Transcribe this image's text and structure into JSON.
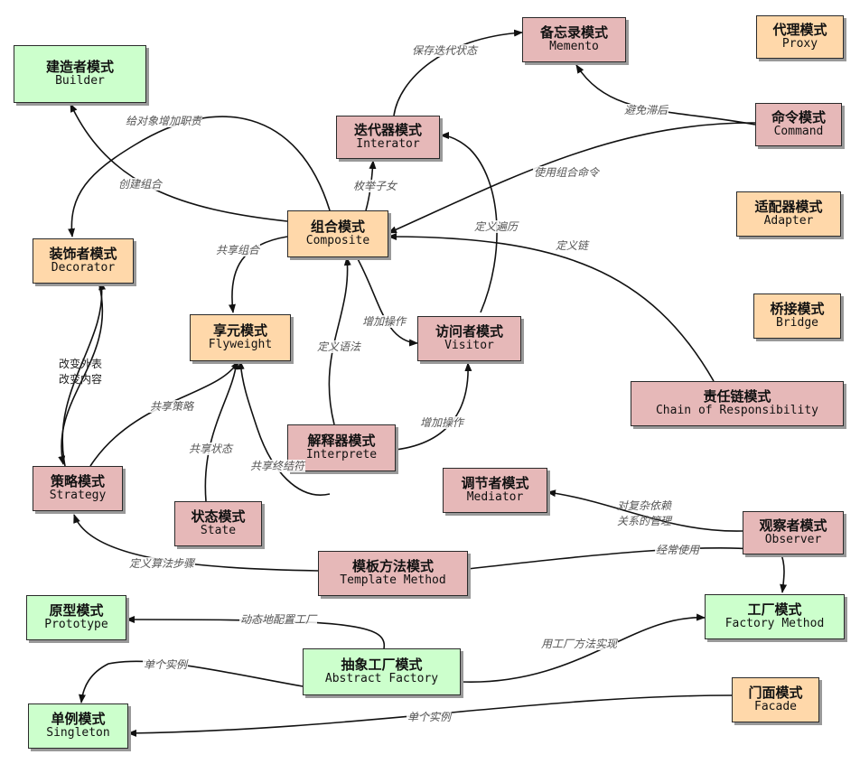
{
  "nodes": {
    "builder": {
      "zh": "建造者模式",
      "en": "Builder"
    },
    "memento": {
      "zh": "备忘录模式",
      "en": "Memento"
    },
    "proxy": {
      "zh": "代理模式",
      "en": "Proxy"
    },
    "iterator": {
      "zh": "迭代器模式",
      "en": "Interator"
    },
    "command": {
      "zh": "命令模式",
      "en": "Command"
    },
    "composite": {
      "zh": "组合模式",
      "en": "Composite"
    },
    "adapter": {
      "zh": "适配器模式",
      "en": "Adapter"
    },
    "decorator": {
      "zh": "装饰者模式",
      "en": "Decorator"
    },
    "bridge": {
      "zh": "桥接模式",
      "en": "Bridge"
    },
    "flyweight": {
      "zh": "享元模式",
      "en": "Flyweight"
    },
    "visitor": {
      "zh": "访问者模式",
      "en": "Visitor"
    },
    "chain": {
      "zh": "责任链模式",
      "en": "Chain of Responsibility"
    },
    "interpreter": {
      "zh": "解释器模式",
      "en": "Interprete"
    },
    "strategy": {
      "zh": "策略模式",
      "en": "Strategy"
    },
    "mediator": {
      "zh": "调节者模式",
      "en": "Mediator"
    },
    "state": {
      "zh": "状态模式",
      "en": "State"
    },
    "observer": {
      "zh": "观察者模式",
      "en": "Observer"
    },
    "template": {
      "zh": "模板方法模式",
      "en": "Template Method"
    },
    "prototype": {
      "zh": "原型模式",
      "en": "Prototype"
    },
    "factory": {
      "zh": "工厂模式",
      "en": "Factory Method"
    },
    "abstract": {
      "zh": "抽象工厂模式",
      "en": "Abstract Factory"
    },
    "facade": {
      "zh": "门面模式",
      "en": "Facade"
    },
    "singleton": {
      "zh": "单例模式",
      "en": "Singleton"
    }
  },
  "edges": {
    "save_iter_state": "保存迭代状态",
    "add_obj_duty": "给对象增加职责",
    "avoid_lag": "避免滞后",
    "create_composite": "创建组合",
    "use_composite_cmd": "使用组合命令",
    "enum_children": "枚举子女",
    "share_composite": "共享组合",
    "define_traverse": "定义遍历",
    "define_chain": "定义链",
    "add_operation_1": "增加操作",
    "change_look_line1": "改变外表",
    "change_look_line2": "改变内容",
    "define_grammar": "定义语法",
    "share_strategy": "共享策略",
    "add_operation_2": "增加操作",
    "share_state": "共享状态",
    "share_terminal": "共享终结符",
    "complex_dep_line1": "对复杂依赖",
    "complex_dep_line2": "关系的管理",
    "define_algo_steps": "定义算法步骤",
    "often_used": "经常使用",
    "dynamic_factory": "动态地配置工厂",
    "impl_with_factory": "用工厂方法实现",
    "single_instance_1": "单个实例",
    "single_instance_2": "单个实例"
  }
}
